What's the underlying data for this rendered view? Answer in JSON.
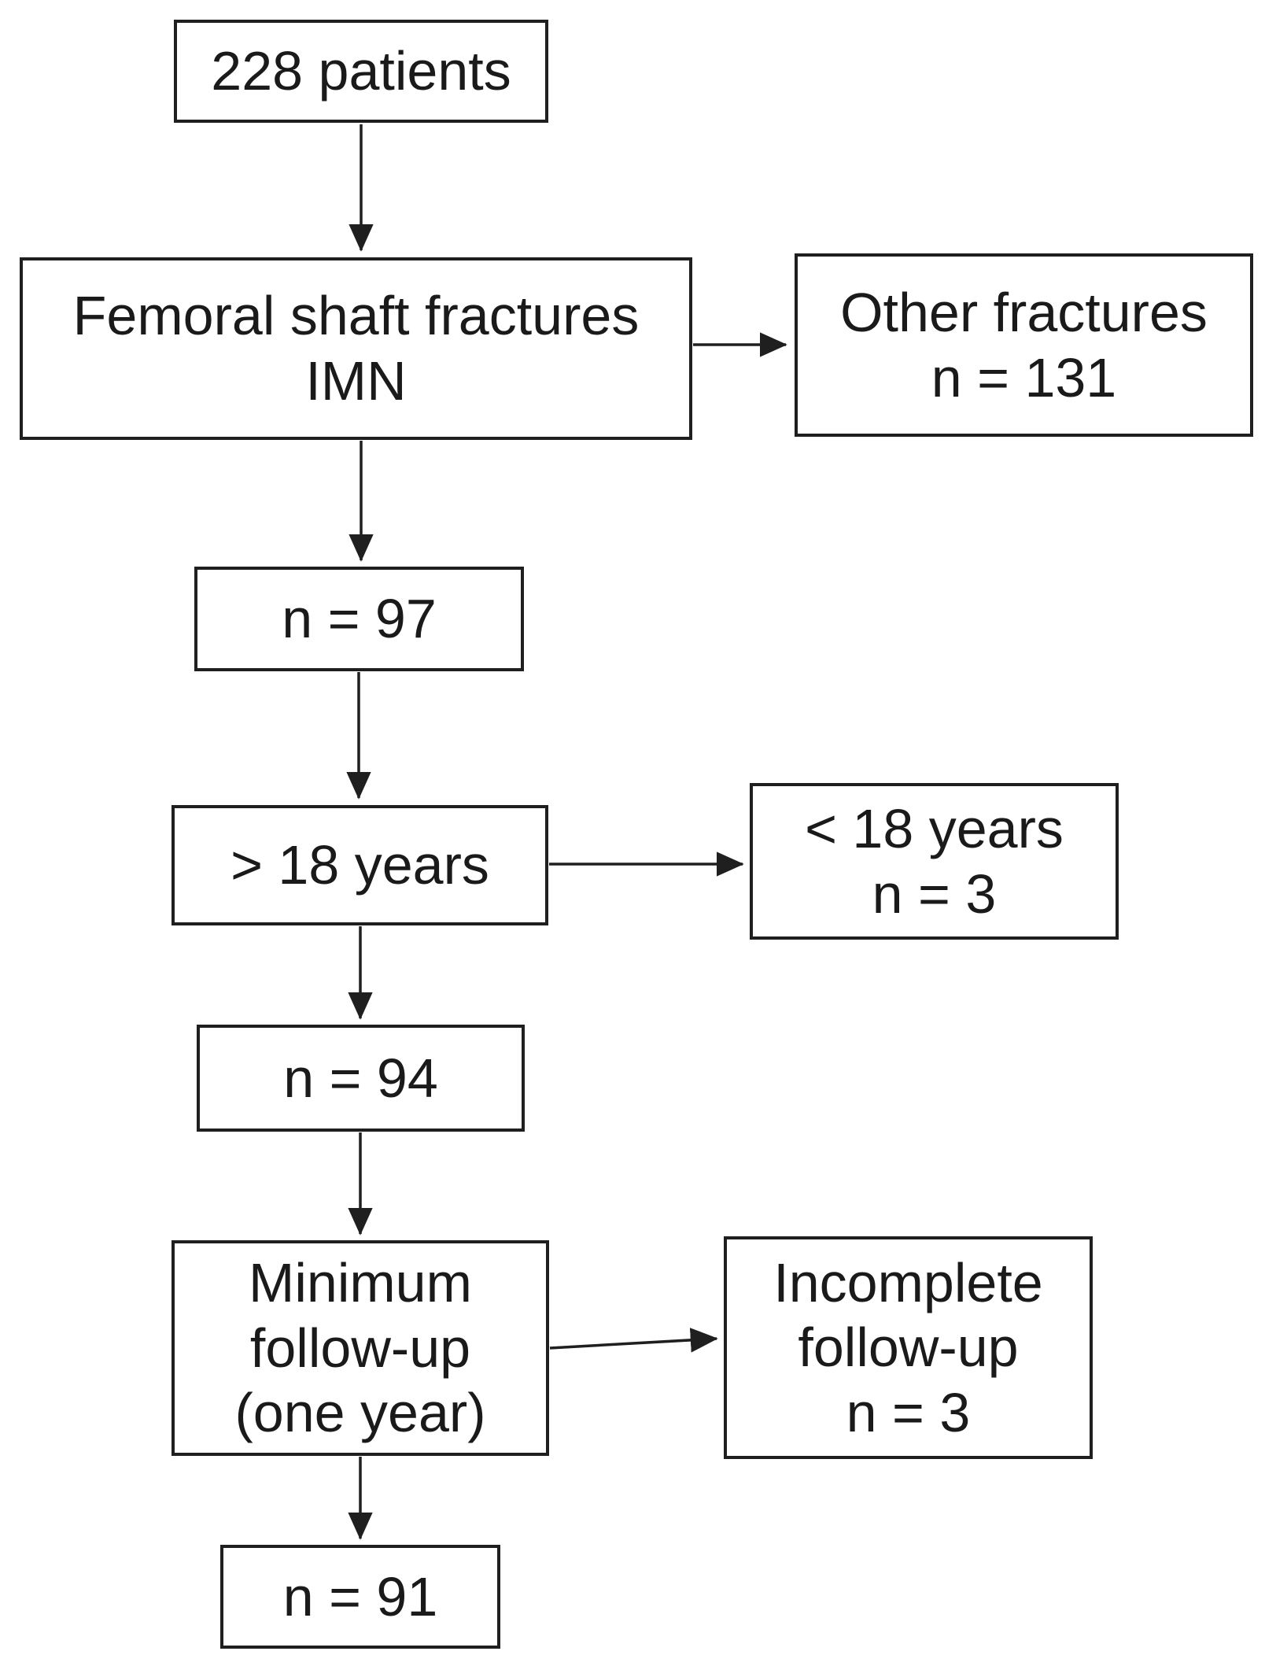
{
  "colors": {
    "background": "#ffffff",
    "box_border": "#1f1f1f",
    "text": "#1a1a1a",
    "arrow": "#1f1f1f"
  },
  "flowchart": {
    "nodes": {
      "patients": {
        "label": "228 patients"
      },
      "femoral": {
        "label": "Femoral shaft fractures\nIMN"
      },
      "other": {
        "label": "Other fractures\nn = 131"
      },
      "n97": {
        "label": "n = 97"
      },
      "age": {
        "label": "> 18 years"
      },
      "under18": {
        "label": "< 18 years\nn = 3"
      },
      "n94": {
        "label": "n = 94"
      },
      "followup": {
        "label": "Minimum\nfollow-up\n(one year)"
      },
      "incomplete": {
        "label": "Incomplete\nfollow-up\nn = 3"
      },
      "n91": {
        "label": "n = 91"
      }
    }
  }
}
